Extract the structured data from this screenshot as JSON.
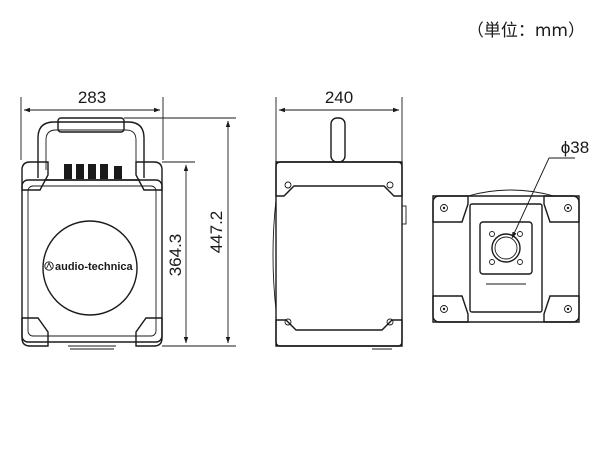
{
  "unit_label": "（単位：mm）",
  "dimensions": {
    "front_width": "283",
    "side_depth": "240",
    "body_height": "364.3",
    "total_height": "447.2",
    "diameter": "ϕ38"
  },
  "brand": "audio-technica"
}
